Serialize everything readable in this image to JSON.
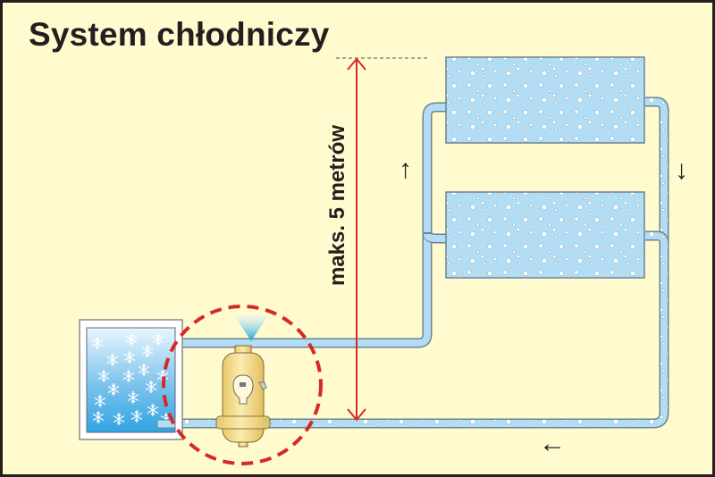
{
  "title": "System chłodniczy",
  "height_label": "maks. 5 metrów",
  "flow_arrows": {
    "up": "↑",
    "down": "↓",
    "left": "←"
  },
  "colors": {
    "background": "#fffbcf",
    "pipe": "#b3dcf5",
    "pipe_outline": "#6b8390",
    "dimension_line": "#d42a27",
    "highlight_circle": "#d42a27",
    "separator": "#f4dd8a",
    "text": "#231f20"
  },
  "components": {
    "chiller": "chiller-unit",
    "radiators": [
      "radiator-upper",
      "radiator-lower"
    ],
    "separator": "air-dirt-separator",
    "air_vent": "air-vent-spray"
  }
}
